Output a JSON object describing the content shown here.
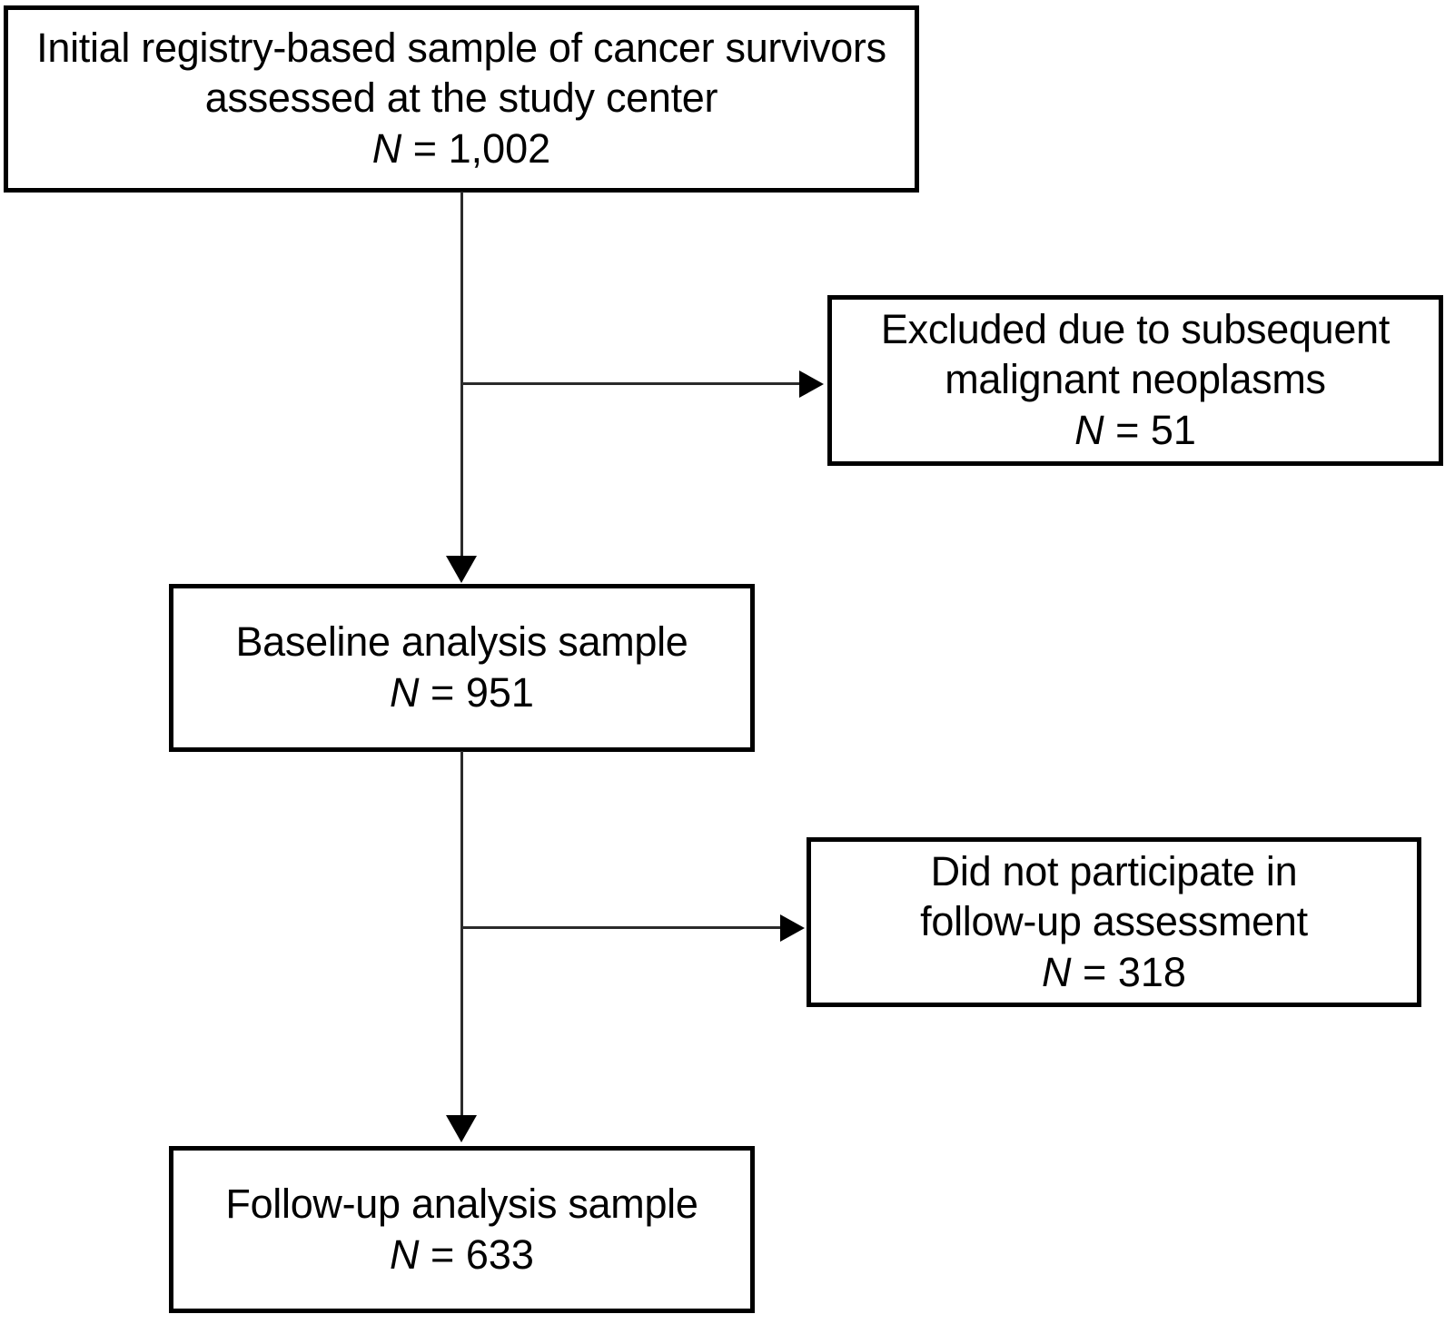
{
  "figure": {
    "type": "flowchart",
    "orientation": "top-to-bottom with right-side exclusion branches",
    "background_color": "#ffffff",
    "line_color": "#000000",
    "text_color": "#000000"
  },
  "nodes": [
    {
      "id": "initial-sample",
      "name": "initial-registry-sample-box",
      "lines": [
        "Initial registry-based sample of cancer survivors",
        "assessed at the study center"
      ],
      "n_symbol": "N",
      "n_equals": " = ",
      "n_value": "1,002"
    },
    {
      "id": "excluded-smn",
      "name": "excluded-subsequent-malignant-neoplasms-box",
      "lines": [
        "Excluded due to subsequent",
        "malignant neoplasms"
      ],
      "n_symbol": "N",
      "n_equals": " = ",
      "n_value": "51"
    },
    {
      "id": "baseline-sample",
      "name": "baseline-analysis-sample-box",
      "lines": [
        "Baseline analysis sample"
      ],
      "n_symbol": "N",
      "n_equals": " = ",
      "n_value": "951"
    },
    {
      "id": "no-participation",
      "name": "did-not-participate-box",
      "lines": [
        "Did not participate in",
        "follow-up assessment"
      ],
      "n_symbol": "N",
      "n_equals": " = ",
      "n_value": "318"
    },
    {
      "id": "followup-sample",
      "name": "followup-analysis-sample-box",
      "lines": [
        "Follow-up analysis sample"
      ],
      "n_symbol": "N",
      "n_equals": " = ",
      "n_value": "633"
    }
  ],
  "edges": [
    {
      "from": "initial-sample",
      "to": "excluded-smn",
      "direction": "right"
    },
    {
      "from": "initial-sample",
      "to": "baseline-sample",
      "direction": "down"
    },
    {
      "from": "baseline-sample",
      "to": "no-participation",
      "direction": "right"
    },
    {
      "from": "baseline-sample",
      "to": "followup-sample",
      "direction": "down"
    }
  ]
}
